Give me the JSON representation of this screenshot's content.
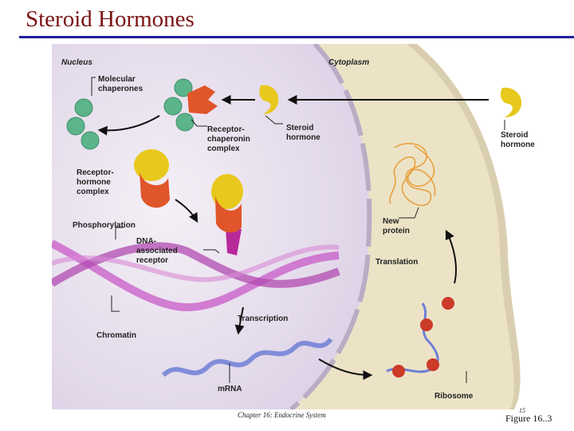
{
  "slide": {
    "title": "Steroid Hormones",
    "footer_chapter": "Chapter 16: Endocrine System",
    "page_number": "15",
    "figure_ref": "Figure 16..3"
  },
  "diagram": {
    "regions": {
      "nucleus": "Nucleus",
      "cytoplasm": "Cytoplasm"
    },
    "labels": {
      "molecular_chaperones": [
        "Molecular",
        "chaperones"
      ],
      "receptor_chaperonin_complex": [
        "Receptor-",
        "chaperonin",
        "complex"
      ],
      "steroid_hormone_inner": [
        "Steroid",
        "hormone"
      ],
      "steroid_hormone_outer": [
        "Steroid",
        "hormone"
      ],
      "receptor_hormone_complex": [
        "Receptor-",
        "hormone",
        "complex"
      ],
      "phosphorylation": "Phosphorylation",
      "dna_associated_receptor": [
        "DNA-",
        "associated",
        "receptor"
      ],
      "new_protein": [
        "New",
        "protein"
      ],
      "translation": "Translation",
      "transcription": "Transcription",
      "chromatin": "Chromatin",
      "mrna": "mRNA",
      "ribosome": "Ribosome"
    },
    "colors": {
      "cytoplasm": "#ece3c6",
      "nucleus": "#e9e2ef",
      "hormone": "#e8c81c",
      "receptor": "#e0552a",
      "chaperone": "#5cb48a",
      "chromatin": "#c85ac8",
      "mrna": "#6f7fd6",
      "ribosome": "#cc3a28",
      "new_protein": "#e8a040"
    }
  }
}
